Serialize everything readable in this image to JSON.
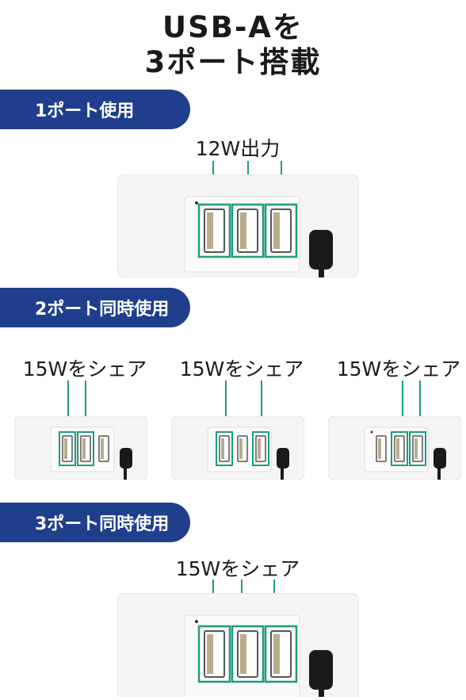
{
  "title_line1": "USB-Aを",
  "title_line2": "3ポート搭載",
  "sections": [
    {
      "header": "1ポート使用",
      "labels": [
        "12W出力"
      ]
    },
    {
      "header": "2ポート同時使用",
      "labels": [
        "15Wをシェア",
        "15Wをシェア",
        "15Wをシェア"
      ]
    },
    {
      "header": "3ポート同時使用",
      "labels": [
        "15Wをシェア"
      ]
    }
  ],
  "colors": {
    "banner": "#1f3e8c",
    "highlight": "#1e9c7e",
    "device": "#f4f4f4"
  }
}
